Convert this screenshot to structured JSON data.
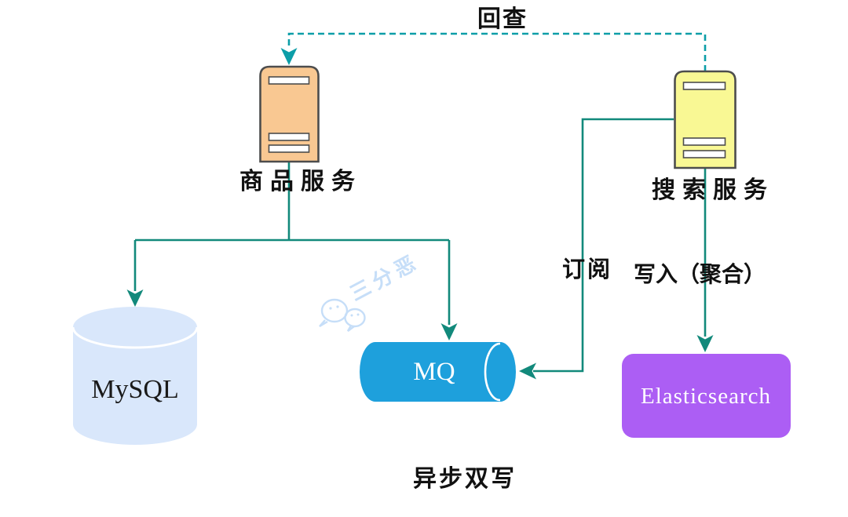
{
  "title": "异步双写",
  "watermark": {
    "text": "三分恶"
  },
  "edges": {
    "callback": "回查",
    "subscribe": "订阅",
    "write_aggregate": "写入（聚合）"
  },
  "nodes": {
    "product_service": {
      "label": "商品服务"
    },
    "search_service": {
      "label": "搜索服务"
    },
    "mysql": {
      "label": "MySQL"
    },
    "mq": {
      "label": "MQ"
    },
    "elasticsearch": {
      "label": "Elasticsearch"
    }
  },
  "colors": {
    "solid_edge": "#12897B",
    "dashed_edge": "#0C9EA8",
    "server_stroke": "#4D4D4D",
    "product_service_fill": "#F9C892",
    "search_service_fill": "#F9F894",
    "mysql_fill": "#D9E7FB",
    "mq_fill": "#1EA0DC",
    "elasticsearch_fill": "#AC5EF4",
    "watermark": "#C6DEF8"
  }
}
